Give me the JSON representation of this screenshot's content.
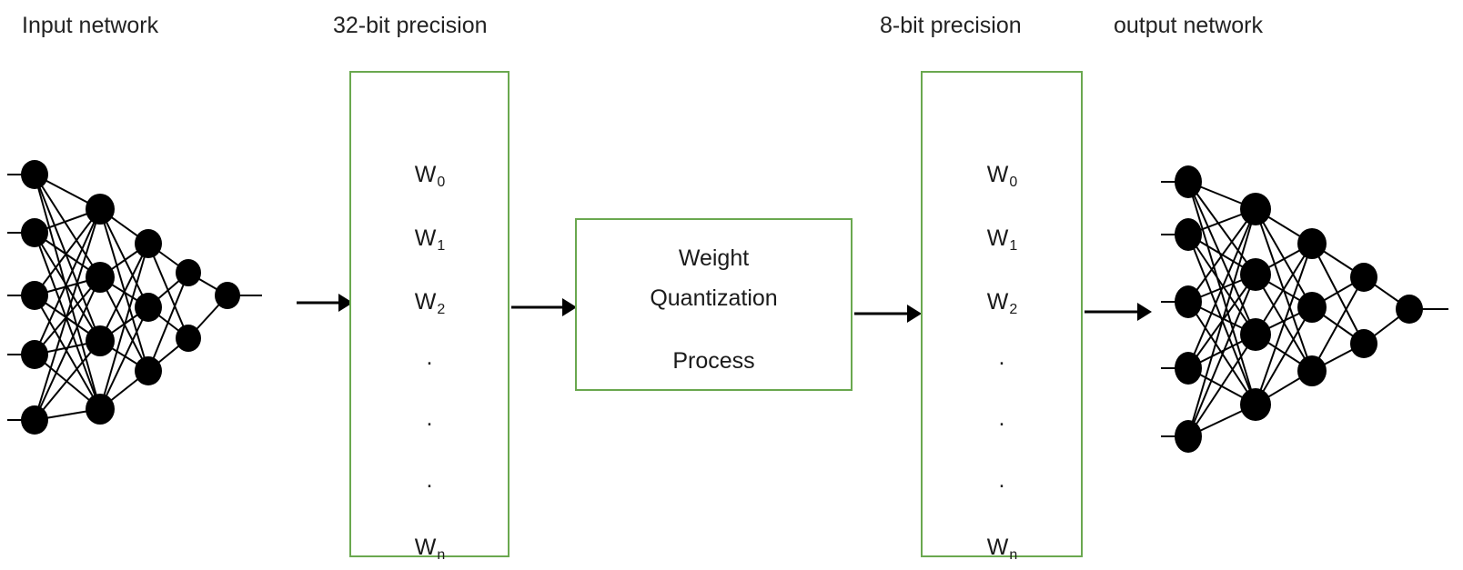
{
  "diagram": {
    "title": "Weight Quantization Process pipeline",
    "accent_color": "#6aa84f",
    "node_color": "#000000",
    "background": "#ffffff"
  },
  "captions": {
    "input_network": "Input network",
    "precision_32": "32-bit precision",
    "precision_8": "8-bit precision",
    "output_network": "output network"
  },
  "weights_32bit": {
    "w0": "W",
    "w0_sub": "0",
    "w1": "W",
    "w1_sub": "1",
    "w2": "W",
    "w2_sub": "2",
    "dot1": ".",
    "dot2": ".",
    "dot3": ".",
    "wn": "W",
    "wn_sub": "n"
  },
  "weights_8bit": {
    "w0": "W",
    "w0_sub": "0",
    "w1": "W",
    "w1_sub": "1",
    "w2": "W",
    "w2_sub": "2",
    "dot1": ".",
    "dot2": ".",
    "dot3": ".",
    "wn": "W",
    "wn_sub": "n"
  },
  "process_box": {
    "line1": "Weight",
    "line2": "Quantization",
    "line3": "Process"
  },
  "networks": {
    "input": {
      "layers": [
        5,
        4,
        3,
        2,
        1
      ],
      "has_input_stubs": true,
      "has_output_stub": true
    },
    "output": {
      "layers": [
        5,
        4,
        3,
        2,
        1
      ],
      "has_input_stubs": true,
      "has_output_stub": true
    }
  },
  "arrows": [
    {
      "name": "arrow-net-to-32bit",
      "from": "input network",
      "to": "32-bit precision weights"
    },
    {
      "name": "arrow-32bit-to-process",
      "from": "32-bit precision weights",
      "to": "Weight Quantization Process"
    },
    {
      "name": "arrow-process-to-8bit",
      "from": "Weight Quantization Process",
      "to": "8-bit precision weights"
    },
    {
      "name": "arrow-8bit-to-net",
      "from": "8-bit precision weights",
      "to": "output network"
    }
  ]
}
